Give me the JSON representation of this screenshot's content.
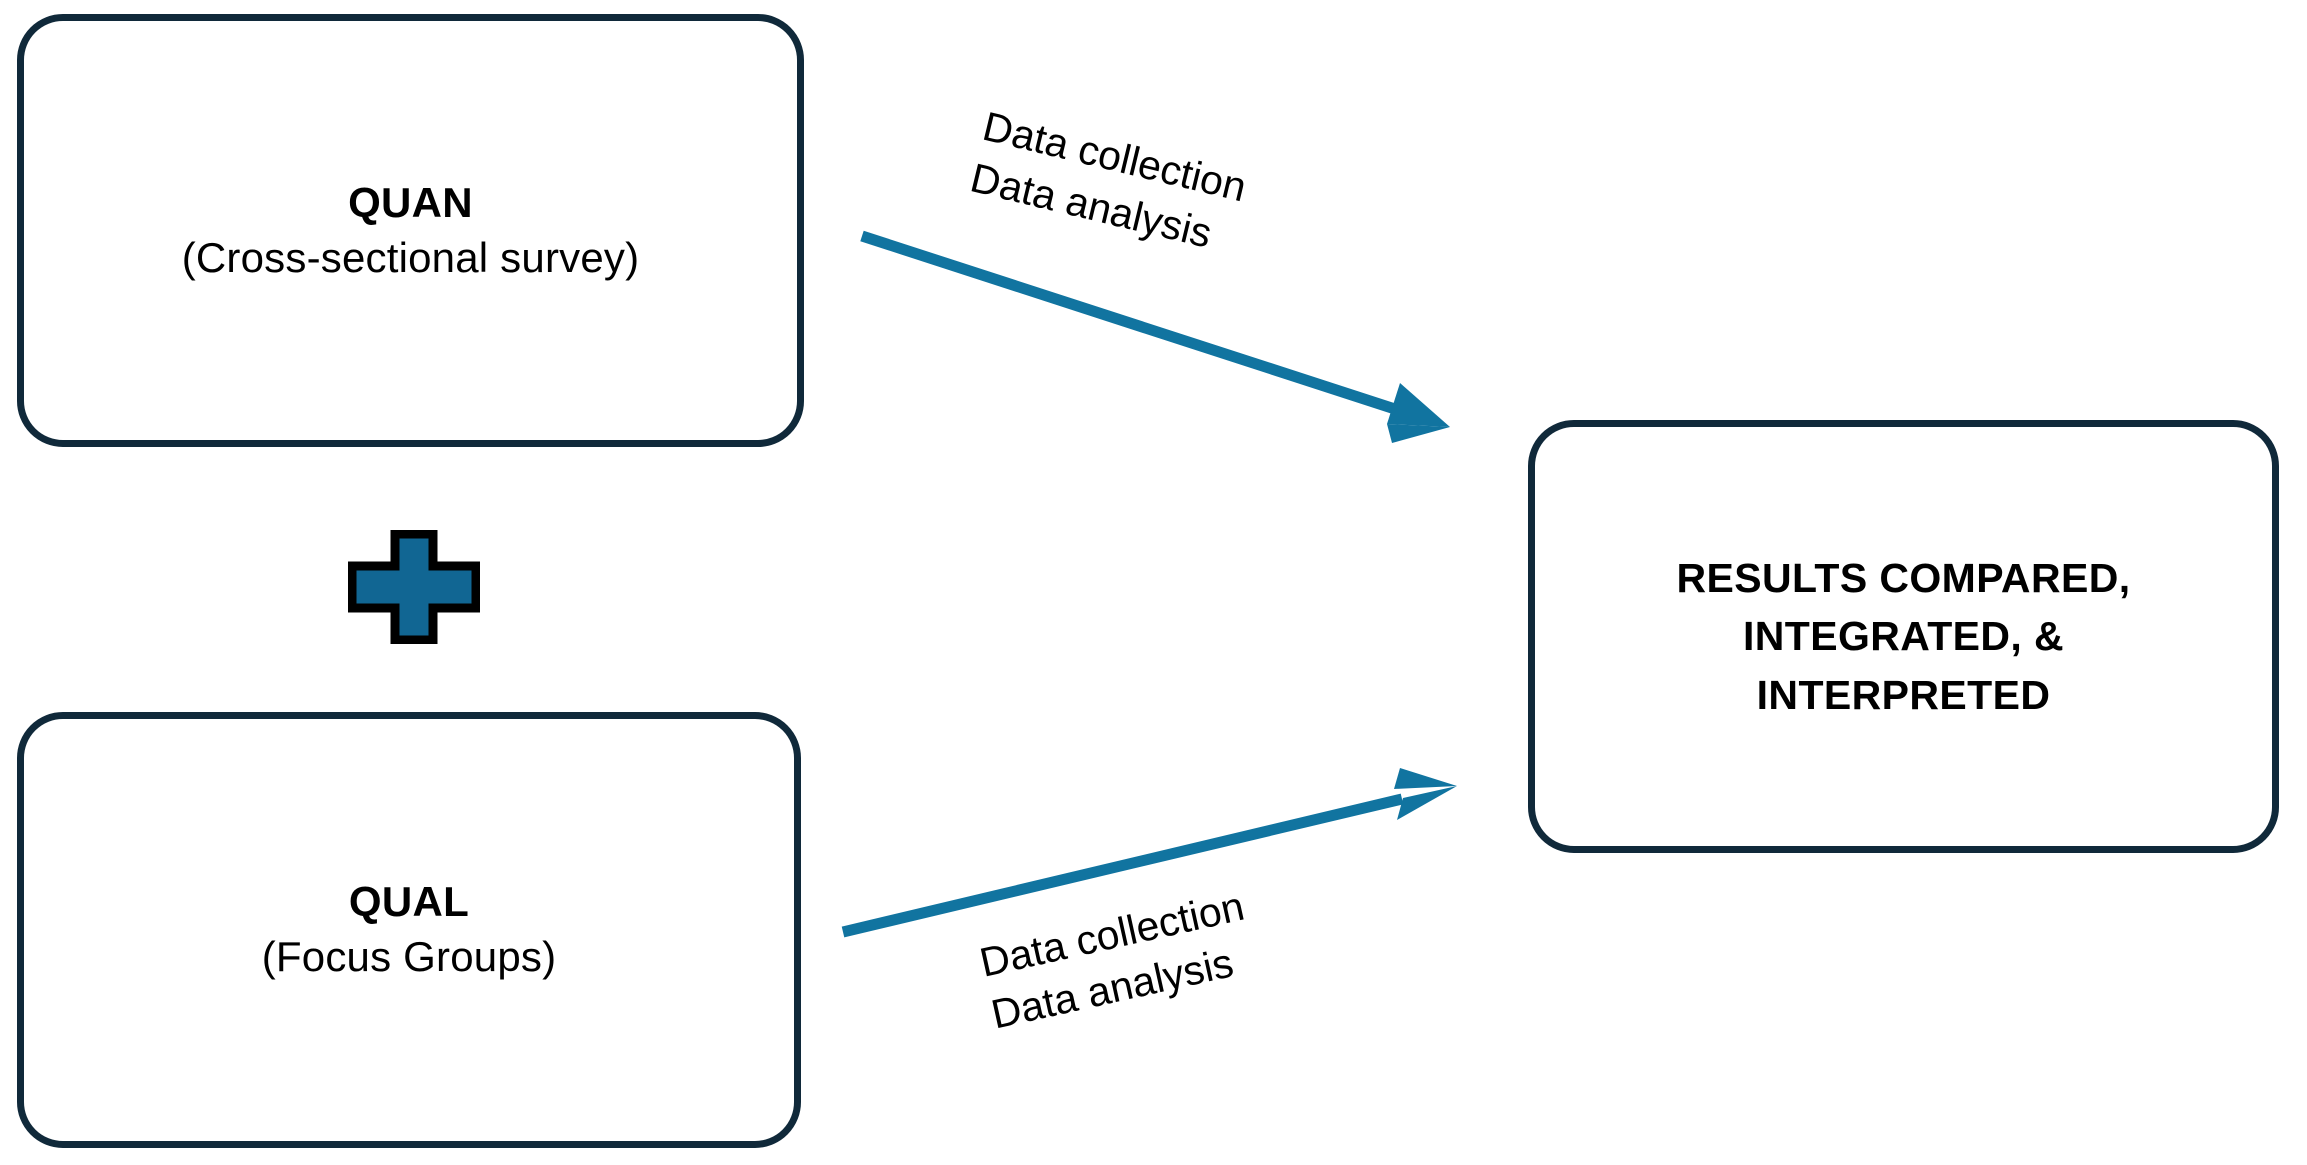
{
  "diagram": {
    "type": "convergent-parallel-mixed-methods-design",
    "background_color": "#ffffff",
    "box_border_color": "#10293a",
    "arrow_color": "#1174a0",
    "plus_fill_color": "#116693",
    "plus_stroke_color": "#000000",
    "text_color": "#000000"
  },
  "nodes": {
    "quan": {
      "title": "QUAN",
      "subtitle": "(Cross-sectional survey)"
    },
    "qual": {
      "title": "QUAL",
      "subtitle": "(Focus Groups)"
    },
    "results": {
      "line1": "RESULTS COMPARED,",
      "line2": "INTEGRATED, &",
      "line3": "INTERPRETED"
    }
  },
  "connector_plus": {
    "symbol_name": "plus-sign"
  },
  "arrows": {
    "top": {
      "label_line1": "Data collection",
      "label_line2": "Data analysis",
      "from": "quan",
      "to": "results"
    },
    "bottom": {
      "label_line1": "Data collection",
      "label_line2": "Data analysis",
      "from": "qual",
      "to": "results"
    }
  }
}
